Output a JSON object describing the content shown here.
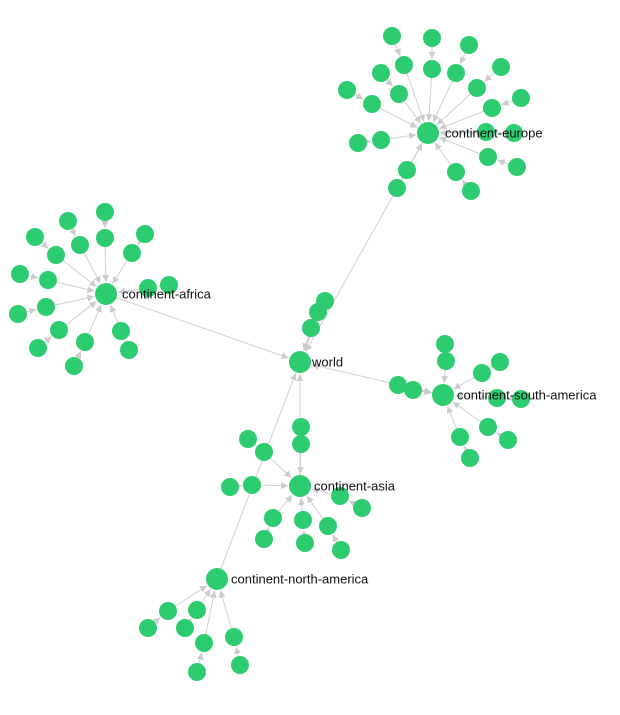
{
  "diagram": {
    "type": "directed-graph",
    "colors": {
      "node": "#2ecc71",
      "edge": "#d0d0d0",
      "arrow": "#cccccc",
      "label": "#111111"
    },
    "hubs": [
      {
        "id": "world",
        "label": "world"
      },
      {
        "id": "continent-europe",
        "label": "continent-europe",
        "parent": "world"
      },
      {
        "id": "continent-africa",
        "label": "continent-africa",
        "parent": "world"
      },
      {
        "id": "continent-south-america",
        "label": "continent-south-america",
        "parent": "world"
      },
      {
        "id": "continent-asia",
        "label": "continent-asia",
        "parent": "world"
      },
      {
        "id": "continent-north-america",
        "label": "continent-north-america",
        "parent": "world"
      }
    ],
    "leaf_counts": {
      "continent-europe": {
        "direct_children": 16,
        "grandchildren": 10
      },
      "continent-africa": {
        "direct_children": 13,
        "grandchildren": 8
      },
      "continent-south-america": {
        "direct_children": 6,
        "grandchildren": 6
      },
      "continent-asia": {
        "direct_children": 6,
        "grandchildren": 7
      },
      "continent-north-america": {
        "direct_children": 4,
        "grandchildren": 4
      },
      "world": {
        "direct_children": 3,
        "grandchildren": 0
      }
    }
  }
}
